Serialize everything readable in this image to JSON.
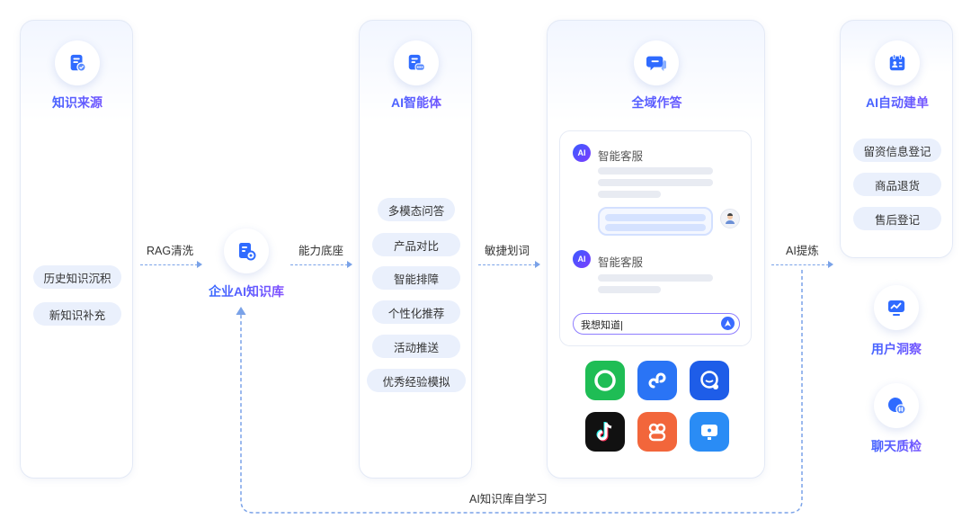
{
  "colors": {
    "primary": "#2f6bff",
    "accent": "#8a4dff",
    "pill_bg": "#eaf0fc",
    "dash": "#7aa2e8"
  },
  "knowledge_source": {
    "title": "知识来源",
    "icon": "document-check-icon",
    "items": [
      "历史知识沉积",
      "新知识补充"
    ]
  },
  "enterprise_kb": {
    "title": "企业AI知识库",
    "icon": "database-gear-icon"
  },
  "ai_agent": {
    "title": "AI智能体",
    "icon": "chat-document-icon",
    "items": [
      "多模态问答",
      "产品对比",
      "智能排障",
      "个性化推荐",
      "活动推送",
      "优秀经验模拟"
    ]
  },
  "omni_answer": {
    "title": "全域作答",
    "icon": "chat-bubbles-icon",
    "chat": {
      "agent_label": "AI",
      "agent_name_1": "智能客服",
      "agent_name_2": "智能客服",
      "input_value": "我想知道|"
    },
    "apps": [
      "wechat-like-icon",
      "mini-program-icon",
      "chat-plus-icon",
      "tiktok-icon",
      "community-icon",
      "monitor-icon"
    ]
  },
  "auto_ticket": {
    "title": "AI自动建单",
    "icon": "calendar-user-icon",
    "items": [
      "留资信息登记",
      "商品退货",
      "售后登记"
    ]
  },
  "user_insight": {
    "title": "用户洞察",
    "icon": "chart-monitor-icon"
  },
  "chat_qc": {
    "title": "聊天质检",
    "icon": "chat-hash-icon"
  },
  "arrows": {
    "rag": "RAG清洗",
    "capability": "能力底座",
    "quick_reply": "敏捷划词",
    "ai_extract": "AI提炼",
    "self_learning": "AI知识库自学习"
  }
}
